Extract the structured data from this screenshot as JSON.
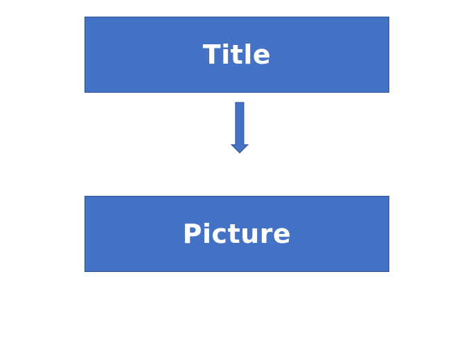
{
  "diagram": {
    "nodes": [
      {
        "id": "title",
        "label": "Title"
      },
      {
        "id": "picture",
        "label": "Picture"
      }
    ],
    "edges": [
      {
        "from": "title",
        "to": "picture",
        "style": "block-arrow-down"
      }
    ],
    "colors": {
      "node_fill": "#4472c4",
      "node_border": "#2f528f",
      "node_text": "#ffffff",
      "arrow_fill": "#4472c4",
      "arrow_border": "#2f528f"
    }
  }
}
